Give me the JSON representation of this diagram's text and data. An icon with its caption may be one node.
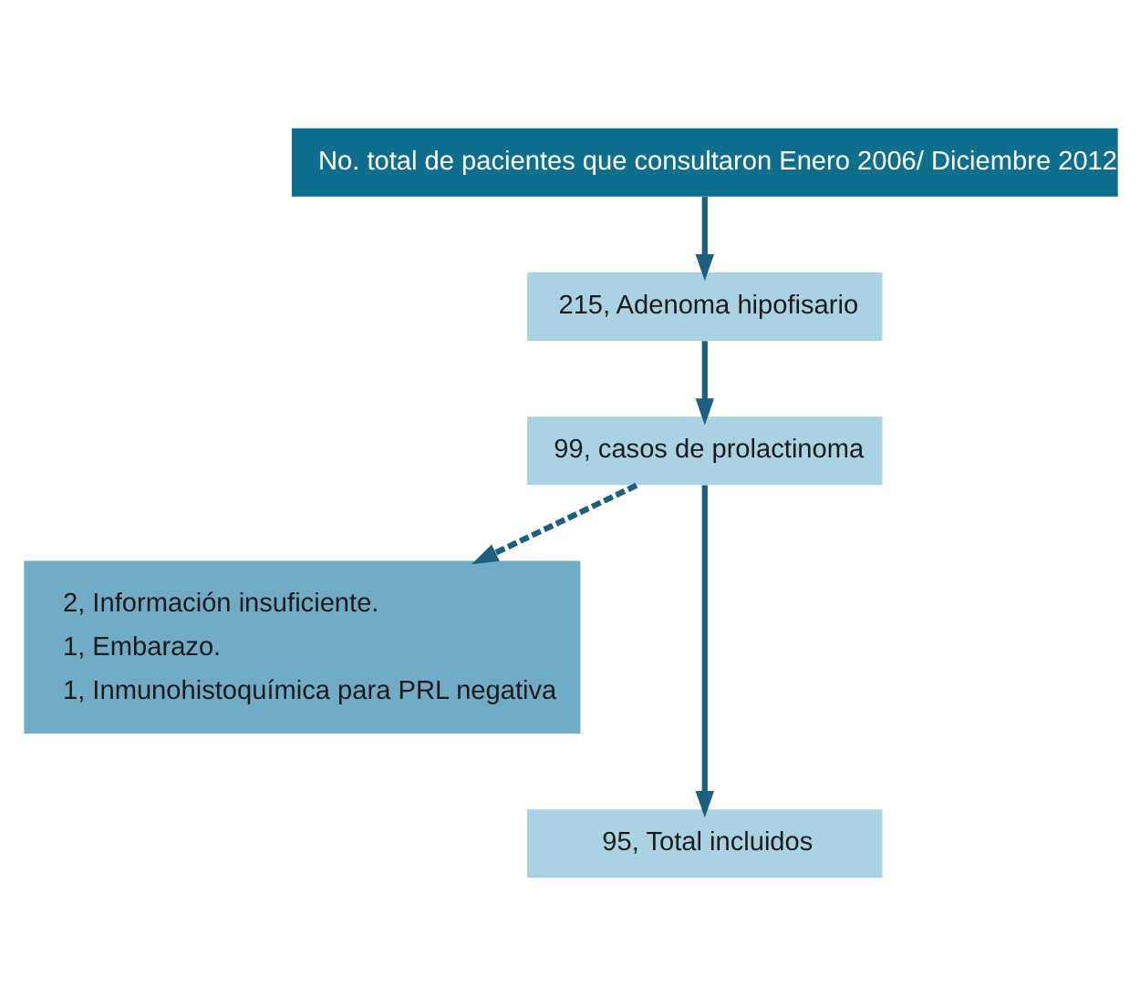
{
  "diagram": {
    "nodes": [
      {
        "text": [
          "No. total de pacientes que consultaron Enero 2006/ Diciembre 2012"
        ]
      },
      {
        "text": [
          "215, Adenoma hipofisario"
        ]
      },
      {
        "text": [
          "99, casos de prolactinoma"
        ]
      },
      {
        "text": [
          "2, Información insuficiente.",
          "1, Embarazo.",
          "1, Inmunohistoquímica para PRL negativa"
        ]
      },
      {
        "text": [
          "95, Total incluidos"
        ]
      }
    ],
    "edges": [
      {
        "from": 0,
        "to": 1,
        "arrow": "to"
      },
      {
        "from": 1,
        "to": 2,
        "arrow": "to"
      },
      {
        "from": 2,
        "to": 3,
        "arrow": "to",
        "style": "dashed"
      },
      {
        "from": 2,
        "to": 4,
        "arrow": "to"
      }
    ]
  }
}
